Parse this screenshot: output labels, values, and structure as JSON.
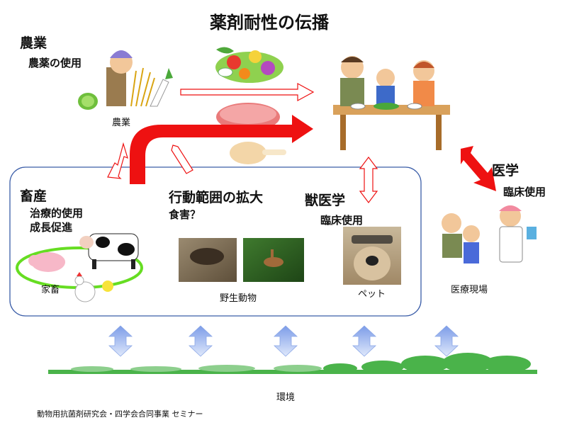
{
  "title": "薬剤耐性の伝播",
  "agriculture": {
    "heading": "農業",
    "subheading": "農薬の使用",
    "image_caption": "農業"
  },
  "livestock": {
    "heading": "畜産",
    "line1": "治療的使用",
    "line2": "成長促進",
    "caption": "家畜"
  },
  "wildlife": {
    "heading": "行動範囲の拡大",
    "subheading": "食害？",
    "caption": "野生動物"
  },
  "veterinary": {
    "heading": "獣医学",
    "subheading": "臨床使用",
    "caption": "ペット"
  },
  "medicine": {
    "heading": "医学",
    "subheading": "臨床使用",
    "caption": "医療現場"
  },
  "environment": {
    "label": "環境"
  },
  "footer": "動物用抗菌剤研究会・四学会合同事業 セミナー",
  "colors": {
    "red_arrow": "#ee1111",
    "blue_arrow": "#a9c2ee",
    "box_border": "#3a5da8",
    "grass": "#4ab34a",
    "ring": "#66dd22"
  },
  "icons": [
    "farmer-icon",
    "vegetables-icon",
    "meat-icon",
    "family-dinner-icon",
    "pig-icon",
    "cow-icon",
    "chicken-icon",
    "boar-photo",
    "deer-photo",
    "dog-photo",
    "doctor-patient-icon",
    "treeline-icon"
  ]
}
